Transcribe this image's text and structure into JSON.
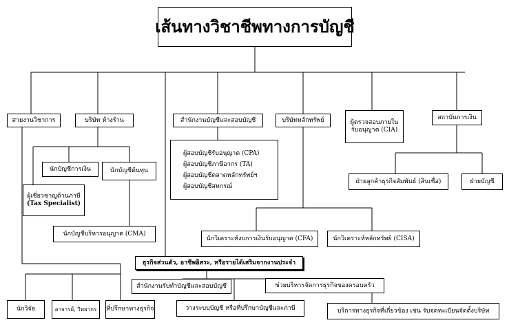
{
  "title": "เส้นทางวิชาชีพทางการบัญชี",
  "level1": {
    "academic": "สายงานวิชาการ",
    "company": "บริษัท ห้างร้าน",
    "audit_office": "สำนักงานบัญชีและสอบบัญชี",
    "securities": "บริษัทหลักทรัพย์",
    "internal_auditor": [
      "ผู้ตรวจสอบภายใน",
      "รับอนุญาต (CIA)"
    ],
    "financial_inst": "สถาบันการเงิน"
  },
  "company_children": {
    "financial_accountant": "นักบัญชีการเงิน",
    "cost_accountant": "นักบัญชีต้นทุน",
    "tax_specialist": [
      "ผู้เชี่ยวชาญด้านภาษี",
      "(Tax Specialist)"
    ],
    "cma": "นักบัญชีบริหารอนุญาต (CMA)"
  },
  "audit_office_list": [
    "ผู้สอบบัญชีรับอนุญาต (CPA)",
    "ผู้สอบบัญชีภาษีอากร (TA)",
    "ผู้สอบบัญชีตลาดหลักทรัพย์ฯ",
    "ผู้สอบบัญชีสหกรณ์"
  ],
  "financial_children": {
    "credit": "ฝ่ายลูกค้าธุรกิจสัมพันธ์ (สินเชื่อ)",
    "accounting": "ฝ่ายบัญชี"
  },
  "securities_children": {
    "cfa": "นักวิเคราะห์งบการเงินรับอนุญาต (CFA)",
    "cisa": "นักวิเคราะห์หลักทรัพย์ (CISA)"
  },
  "business": "ธุรกิจส่วนตัว, อาชีพอิสระ, หรือรายได้เสริมจากงานประจำ",
  "business_children": {
    "own_office": "สำนักงานรับทำบัญชีและสอบบัญชี",
    "family_business": "ช่วยบริหารจัดการธุรกิจของครอบครัว",
    "system_consultant": "วางระบบบัญชี หรือที่ปรึกษาบัญชีและภาษี",
    "related_services": "บริการทางธุรกิจที่เกี่ยวข้อง เช่น รับจดทะเบียนจัดตั้งบริษัท"
  },
  "academic_children": {
    "researcher": "นักวิจัย",
    "lecturer": "อาจารย์, วิทยากร",
    "consultant": "ที่ปรึกษาทางธุรกิจ"
  }
}
